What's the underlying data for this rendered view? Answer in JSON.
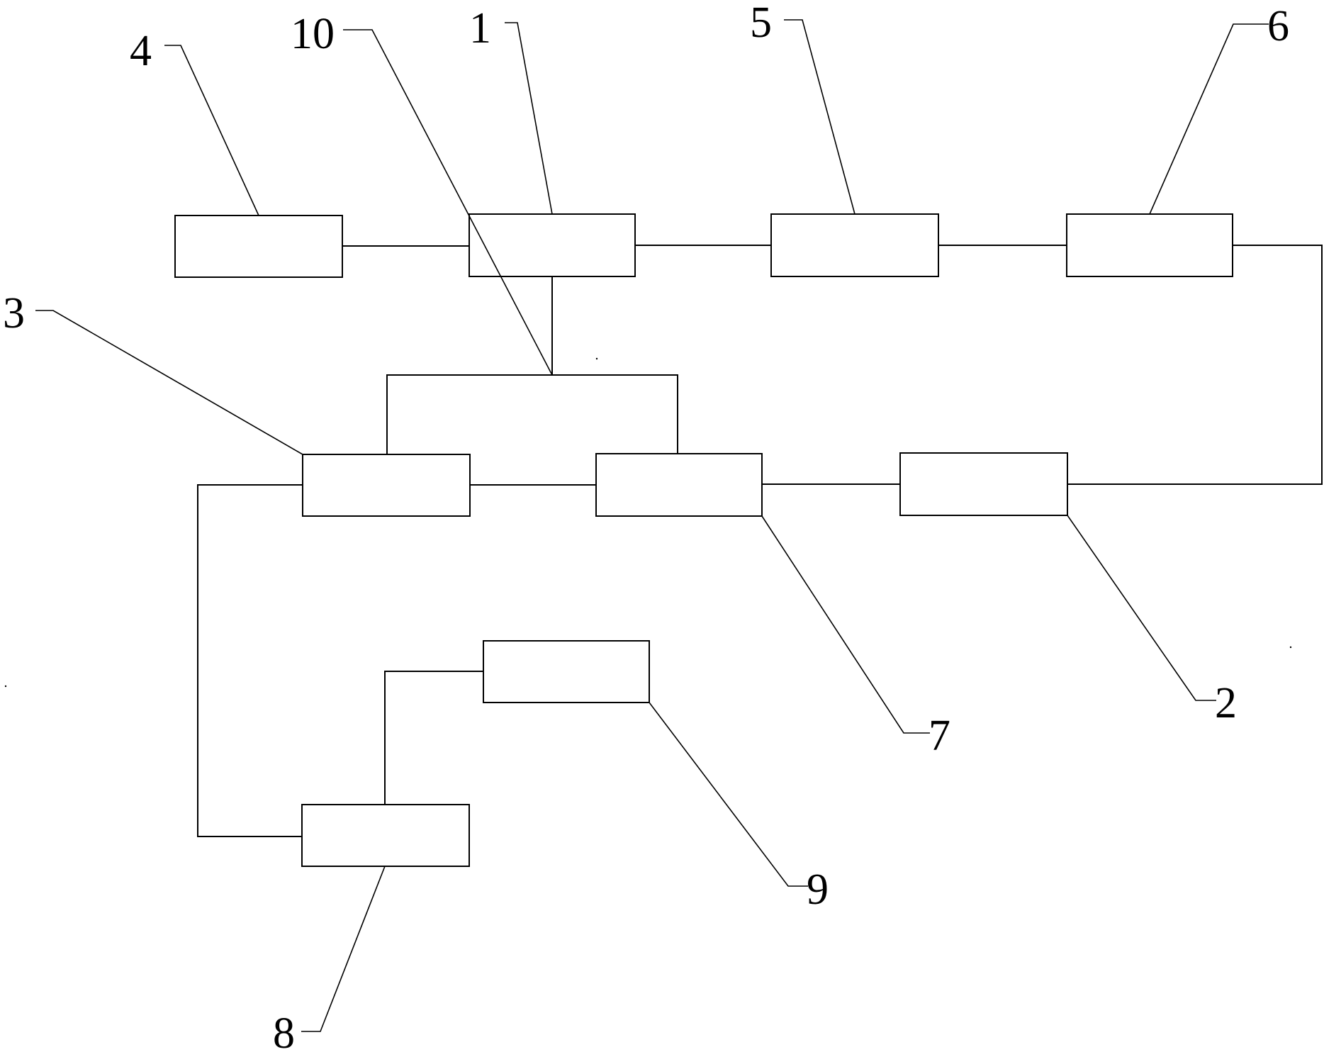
{
  "diagram": {
    "labels": {
      "block_1": "1",
      "block_2": "2",
      "block_3": "3",
      "block_4": "4",
      "block_5": "5",
      "block_6": "6",
      "block_7": "7",
      "block_8": "8",
      "block_9": "9",
      "junction_10": "10"
    }
  }
}
